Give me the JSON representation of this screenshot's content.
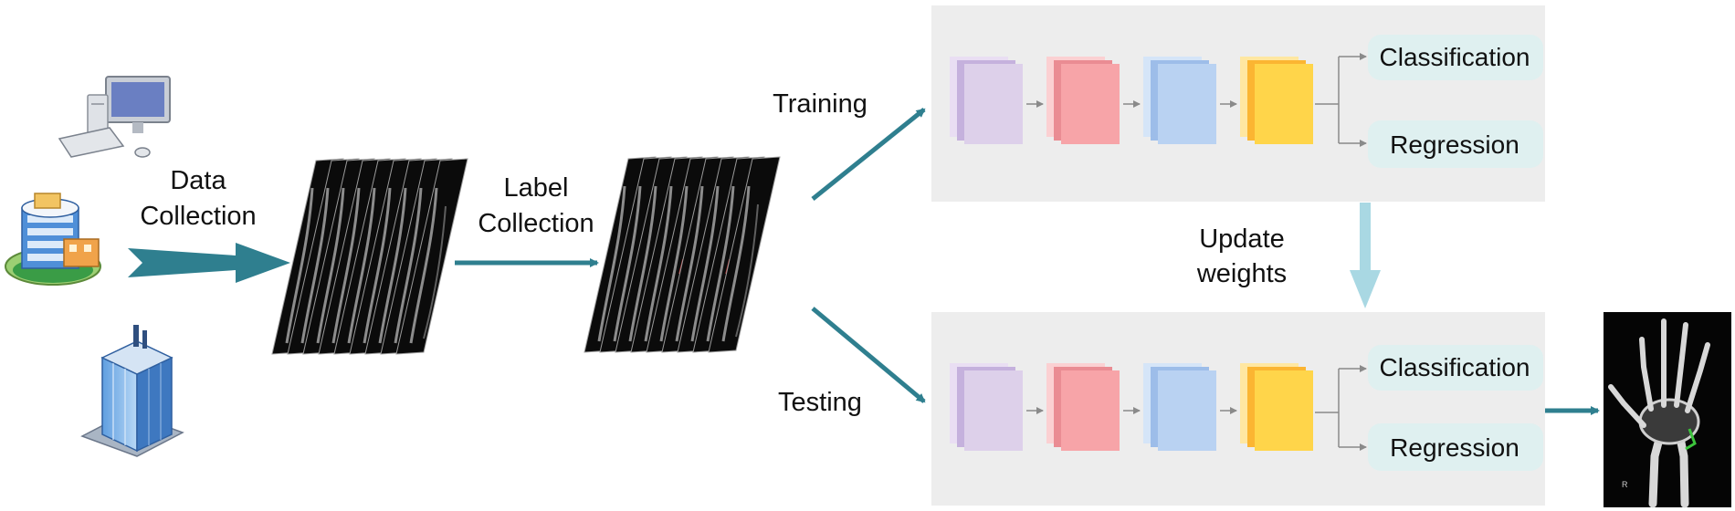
{
  "labels": {
    "data_collection": [
      "Data",
      "Collection"
    ],
    "label_collection": [
      "Label",
      "Collection"
    ],
    "training": "Training",
    "testing": "Testing",
    "update_weights": [
      "Update",
      "weights"
    ]
  },
  "pipeline": {
    "outputs": [
      "Classification",
      "Regression"
    ],
    "layer_colors": [
      {
        "front": "#ddd0ea",
        "mid": "#c5b1dd",
        "back": "#e9def3"
      },
      {
        "front": "#f7a4a8",
        "mid": "#ea8c93",
        "back": "#fbd0d2"
      },
      {
        "front": "#b9d2f2",
        "mid": "#9dbde9",
        "back": "#d5e5f8"
      },
      {
        "front": "#ffd54a",
        "mid": "#fbb532",
        "back": "#ffe7a1"
      }
    ]
  },
  "icons": [
    "computer-icon",
    "hospital-icon",
    "office-building-icon",
    "xray-stack-icon",
    "labeled-xray-stack-icon",
    "hand-xray-icon"
  ],
  "colors": {
    "arrow": "#2f7f8f",
    "update_arrow": "#a9d8e3",
    "panel": "#ededed",
    "pill": "#dff0f0"
  }
}
